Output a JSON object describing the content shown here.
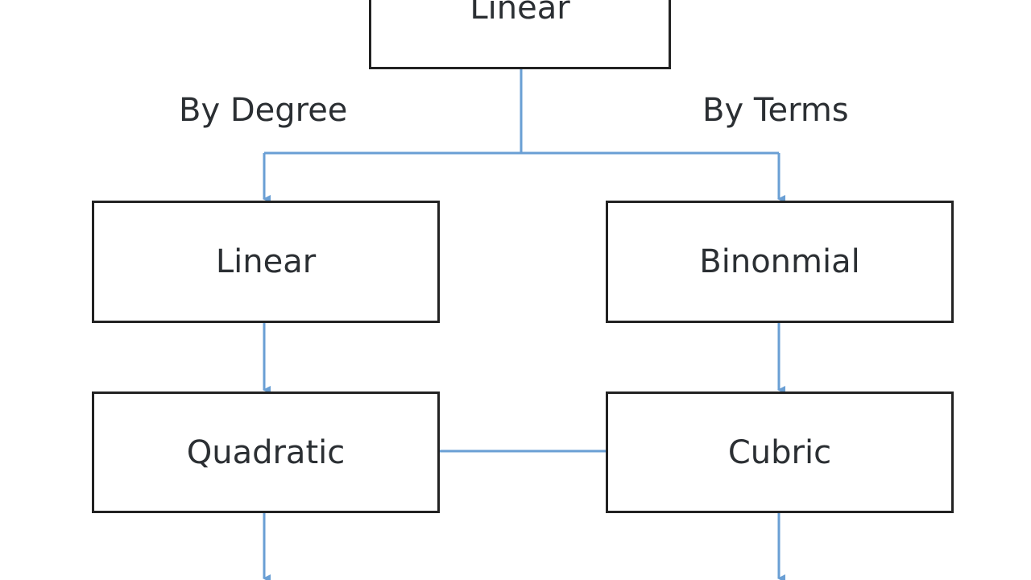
{
  "diagram": {
    "root": {
      "label": "Linear"
    },
    "branches": {
      "left": {
        "label": "By Degree"
      },
      "right": {
        "label": "By Terms"
      }
    },
    "nodes": {
      "left_level_1": {
        "label": "Linear"
      },
      "right_level_1": {
        "label": "Binonmial"
      },
      "left_level_2": {
        "label": "Quadratic"
      },
      "right_level_2": {
        "label": "Cubric"
      }
    },
    "colors": {
      "connector": "#6a9fd4",
      "box_border": "#222222",
      "text": "#2b2f33",
      "background": "#ffffff"
    }
  }
}
